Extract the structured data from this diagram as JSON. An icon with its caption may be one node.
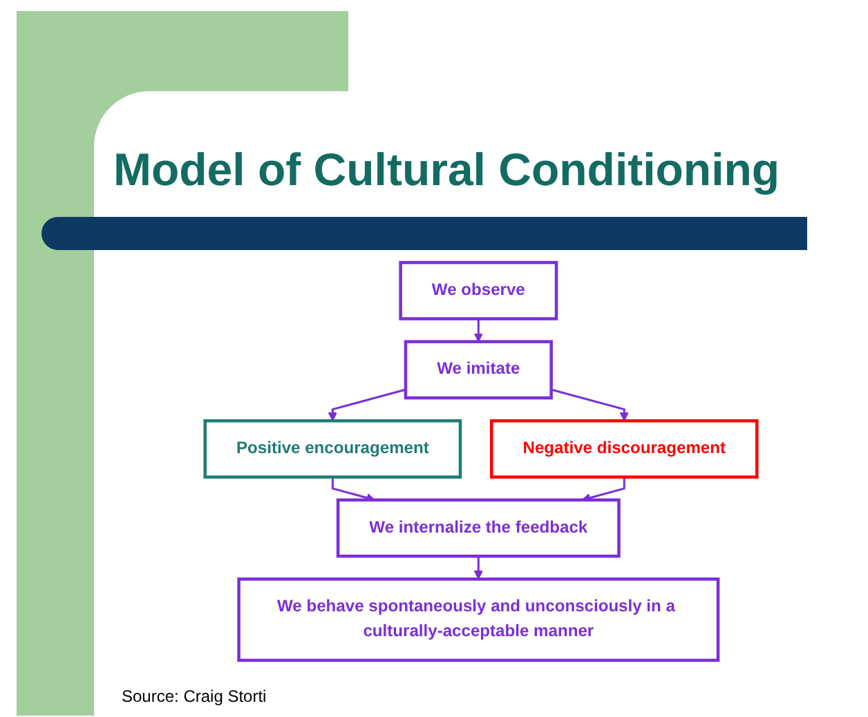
{
  "diagram": {
    "title": "Model of Cultural Conditioning",
    "nodes": [
      {
        "text": [
          "We observe"
        ]
      },
      {
        "text": [
          "We imitate"
        ]
      },
      {
        "text": [
          "Positive encouragement"
        ]
      },
      {
        "text": [
          "Negative discouragement"
        ]
      },
      {
        "text": [
          "We internalize the feedback"
        ]
      },
      {
        "text": [
          "We behave spontaneously and unconsciously in a culturally-acceptable manner"
        ]
      }
    ],
    "edges": [
      {
        "from": 0,
        "to": 1,
        "arrow": "to"
      },
      {
        "from": 1,
        "to": 2,
        "arrow": "to"
      },
      {
        "from": 1,
        "to": 3,
        "arrow": "to"
      },
      {
        "from": 2,
        "to": 4,
        "arrow": "to"
      },
      {
        "from": 3,
        "to": 4,
        "arrow": "to"
      },
      {
        "from": 4,
        "to": 5,
        "arrow": "to"
      }
    ],
    "labels": [
      "Source: Craig Storti"
    ]
  }
}
